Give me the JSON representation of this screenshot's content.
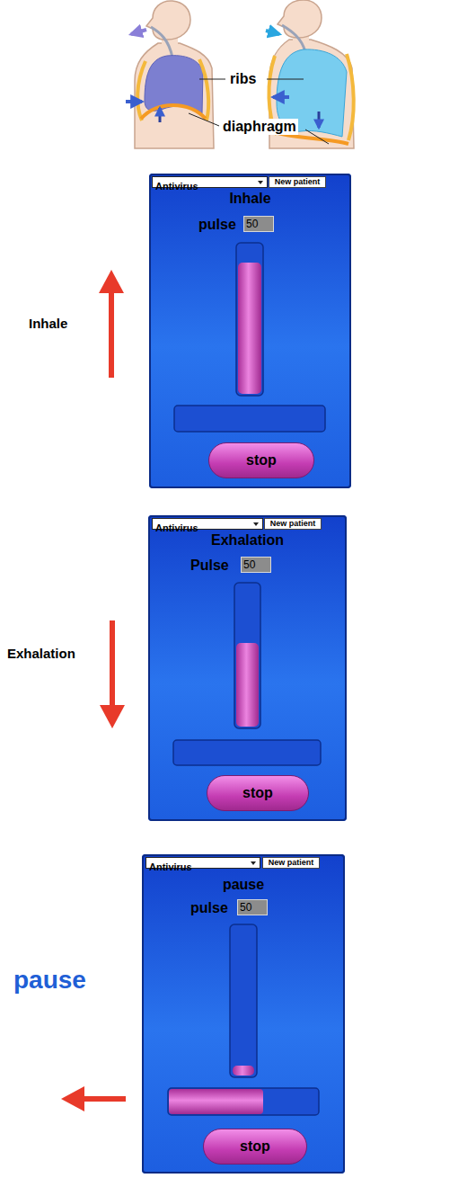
{
  "diagram": {
    "nodes": [
      {
        "text": [
          "Inhale"
        ]
      },
      {
        "text": [
          "Antivirus"
        ],
        "in": 0
      },
      {
        "text": [
          "New patient"
        ],
        "in": 0
      },
      {
        "text": [
          "pulse",
          "50"
        ],
        "in": 0
      },
      {
        "text": [
          "stop"
        ],
        "in": 0
      },
      {
        "text": [
          "Exhalation"
        ]
      },
      {
        "text": [
          "Antivirus"
        ],
        "in": 5
      },
      {
        "text": [
          "New patient"
        ],
        "in": 5
      },
      {
        "text": [
          "Pulse",
          "50"
        ],
        "in": 5
      },
      {
        "text": [
          "stop"
        ],
        "in": 5
      },
      {
        "text": [
          "pause"
        ]
      },
      {
        "text": [
          "Antivirus"
        ],
        "in": 10
      },
      {
        "text": [
          "New patient"
        ],
        "in": 10
      },
      {
        "text": [
          "pulse",
          "50"
        ],
        "in": 10
      },
      {
        "text": [
          "stop"
        ],
        "in": 10
      }
    ],
    "labels": [
      "ribs",
      "diaphragm",
      "Inhale",
      "Exhalation",
      "pause"
    ]
  }
}
